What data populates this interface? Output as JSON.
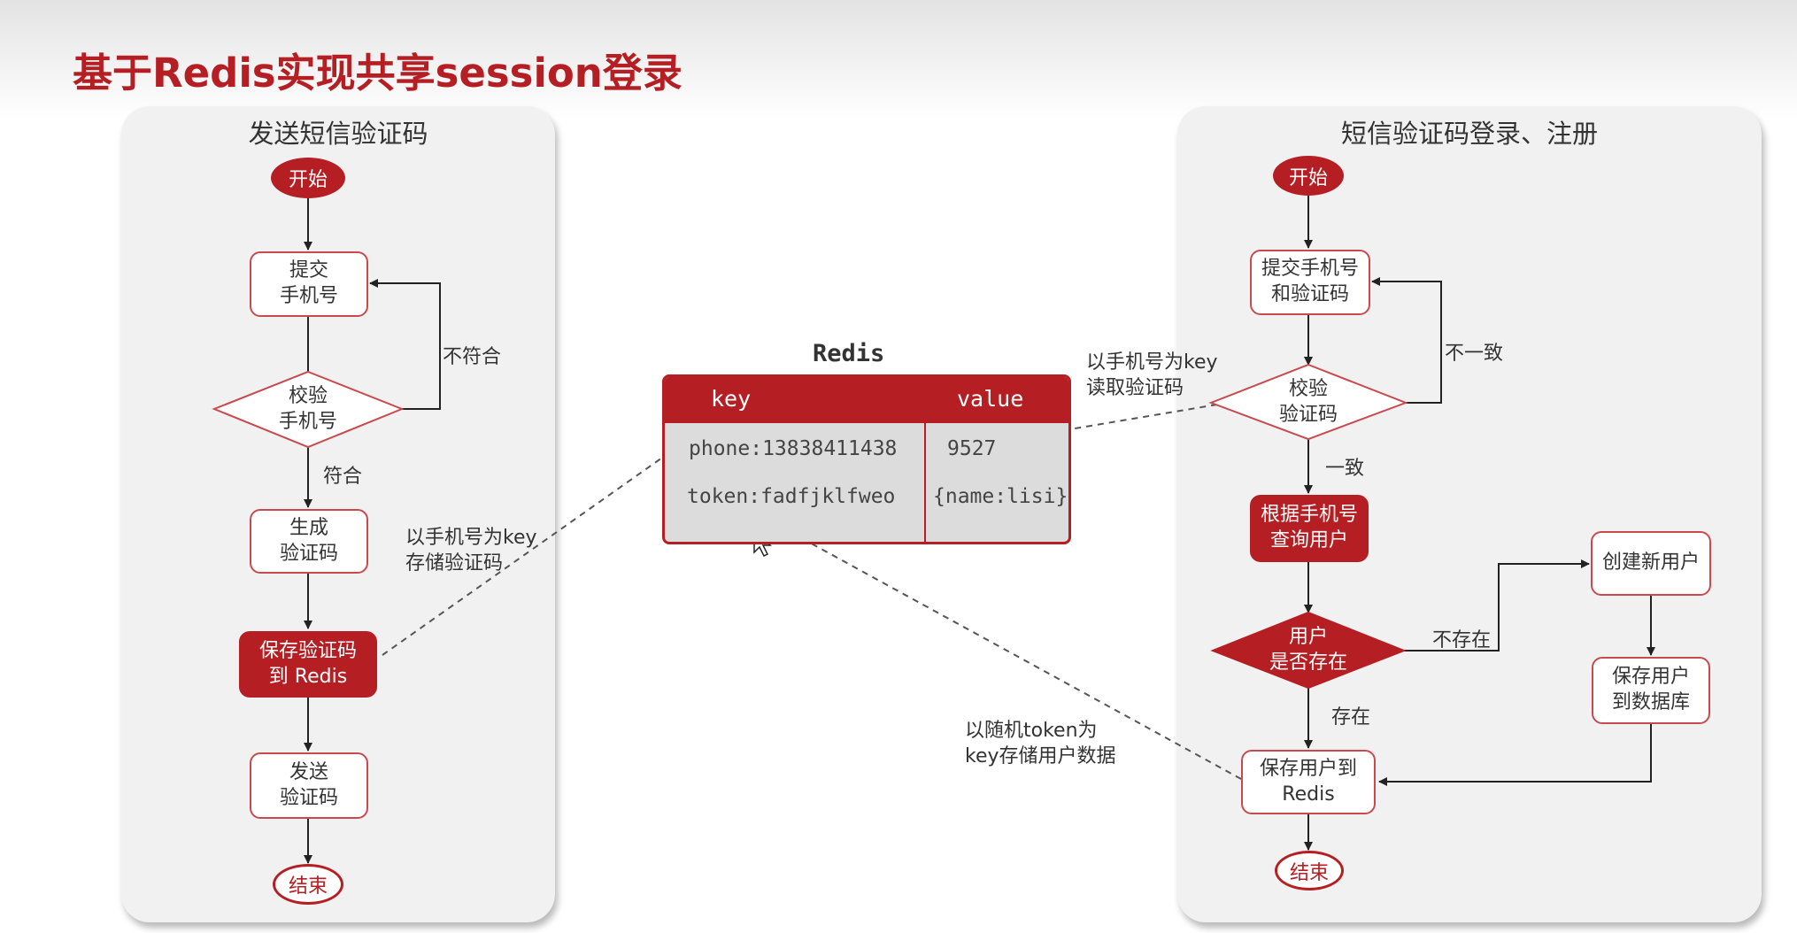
{
  "title": "基于Redis实现共享session登录",
  "left_panel": {
    "title": "发送短信验证码",
    "start": "开始",
    "submit_phone": "提交\n手机号",
    "verify_phone": "校验\n手机号",
    "not_match": "不符合",
    "match": "符合",
    "generate_code": "生成\n验证码",
    "save_code": "保存验证码\n到 Redis",
    "send_code": "发送\n验证码",
    "end": "结束"
  },
  "store_code_note": "以手机号为key\n存储验证码",
  "read_code_note": "以手机号为key\n读取验证码",
  "store_token_note": "以随机token为\nkey存储用户数据",
  "redis_table": {
    "title": "Redis",
    "headers": [
      "key",
      "value"
    ],
    "rows": [
      [
        "phone:13838411438",
        "9527"
      ],
      [
        "token:fadfjklfweo",
        "{name:lisi}"
      ]
    ]
  },
  "right_panel": {
    "title": "短信验证码登录、注册",
    "start": "开始",
    "submit": "提交手机号\n和验证码",
    "verify_code": "校验\n验证码",
    "inconsistent": "不一致",
    "consistent": "一致",
    "query_user": "根据手机号\n查询用户",
    "user_exists": "用户\n是否存在",
    "not_exists": "不存在",
    "exists": "存在",
    "create_user": "创建新用户",
    "save_db": "保存用户\n到数据库",
    "save_redis": "保存用户到\nRedis",
    "end": "结束"
  },
  "colors": {
    "accent": "#b51f23",
    "panel": "#f1f1f1",
    "table_body": "#dcdcdc"
  }
}
